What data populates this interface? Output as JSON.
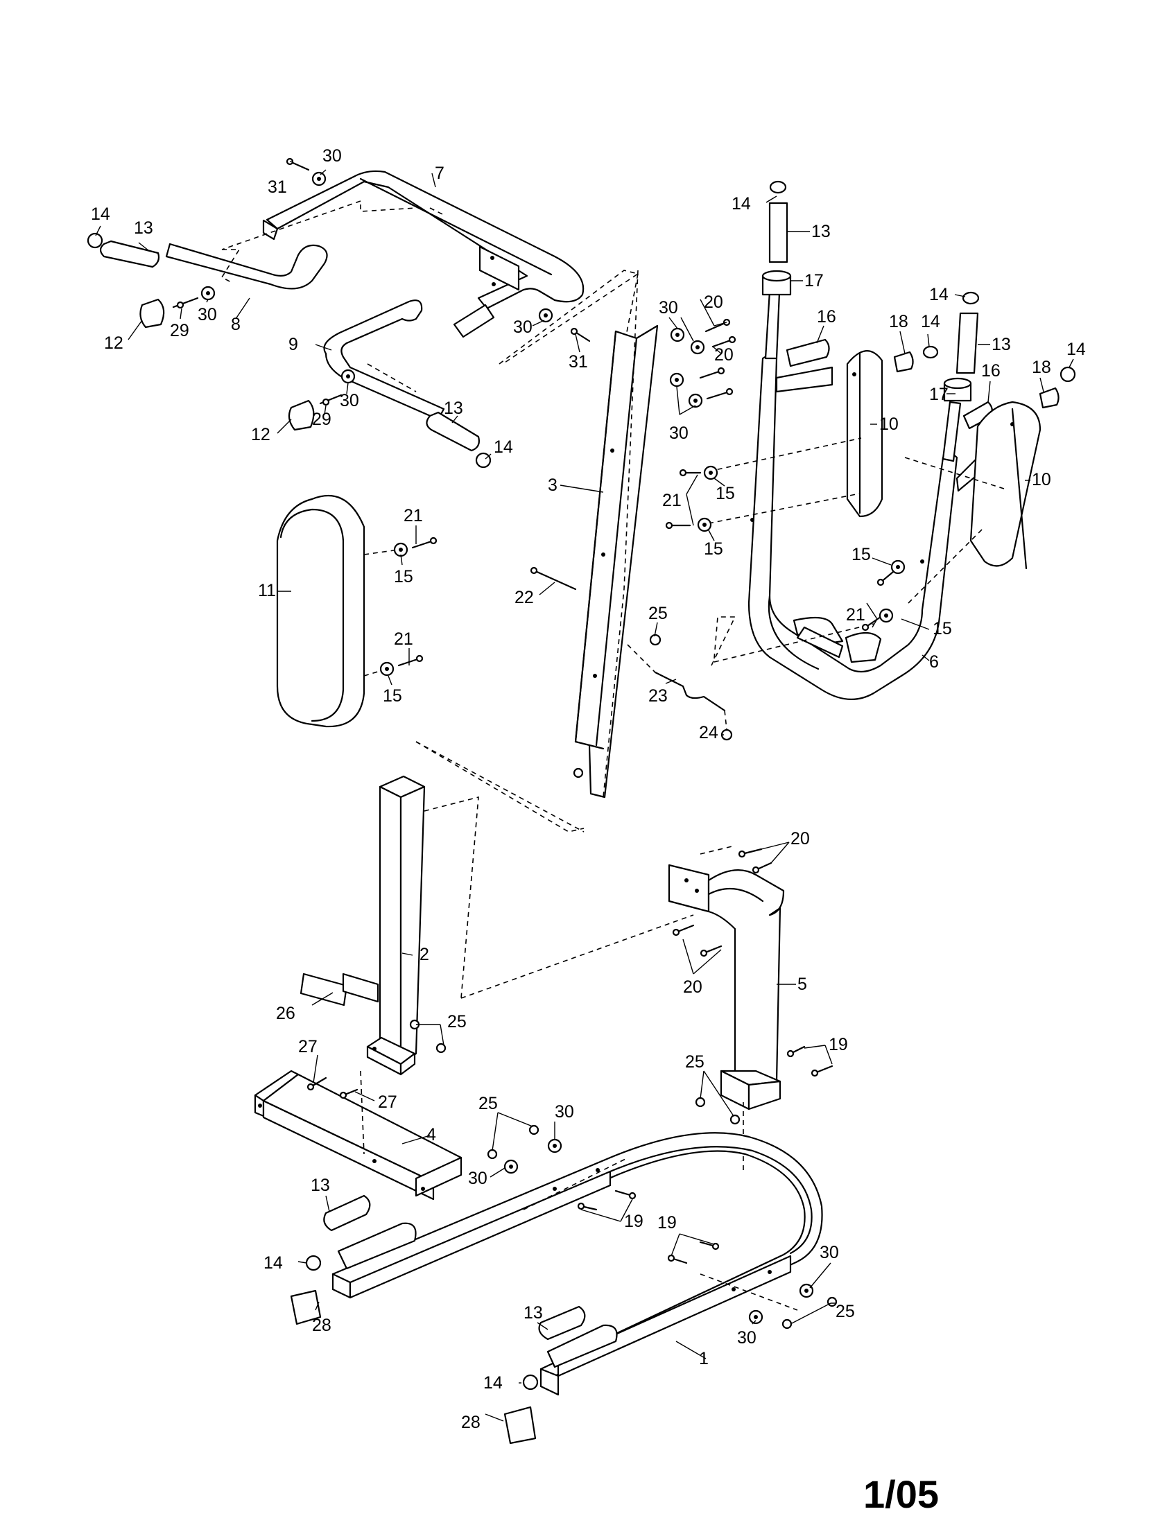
{
  "page": {
    "page_number": "1/05"
  },
  "callouts": {
    "c31a": "31",
    "c30a": "30",
    "c7": "7",
    "c14a": "14",
    "c13a": "13",
    "c12a": "12",
    "c29a": "29",
    "c30b": "30",
    "c8": "8",
    "c9": "9",
    "c30c": "30",
    "c29b": "29",
    "c12b": "12",
    "c13b": "13",
    "c14b": "14",
    "c30d": "30",
    "c31b": "31",
    "c30e": "30",
    "c20a": "20",
    "c20b": "20",
    "c30f": "30",
    "c14c": "14",
    "c13c": "13",
    "c17a": "17",
    "c16a": "16",
    "c18a": "18",
    "c14d": "14",
    "c14e": "14",
    "c13d": "13",
    "c14f": "14",
    "c18b": "18",
    "c17b": "17",
    "c16b": "16",
    "c10a": "10",
    "c10b": "10",
    "c21a": "21",
    "c15a": "15",
    "c15b": "15",
    "c15c": "15",
    "c21b": "21",
    "c15d": "15",
    "c6": "6",
    "c3": "3",
    "c11": "11",
    "c21c": "21",
    "c15e": "15",
    "c21d": "21",
    "c15f": "15",
    "c22": "22",
    "c25a": "25",
    "c23": "23",
    "c24": "24",
    "c2": "2",
    "c26": "26",
    "c25b": "25",
    "c27a": "27",
    "c27b": "27",
    "c4": "4",
    "c20c": "20",
    "c20d": "20",
    "c5": "5",
    "c19a": "19",
    "c25c": "25",
    "c25d": "25",
    "c30g": "30",
    "c30h": "30",
    "c19b": "19",
    "c19c": "19",
    "c13e": "13",
    "c14g": "14",
    "c28a": "28",
    "c30i": "30",
    "c30j": "30",
    "c25e": "25",
    "c1": "1",
    "c13f": "13",
    "c14h": "14",
    "c28b": "28"
  }
}
